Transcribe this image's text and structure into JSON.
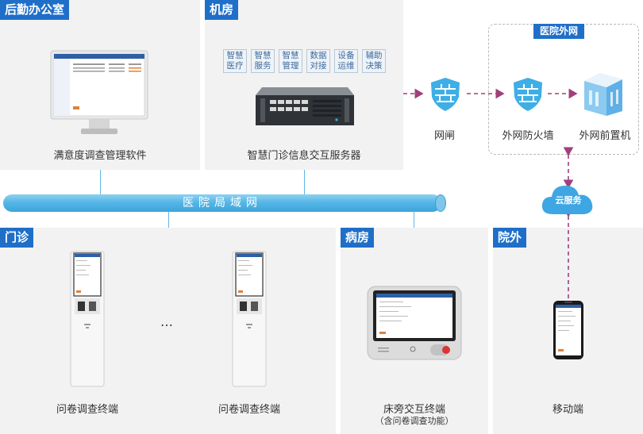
{
  "panels": {
    "back_office": {
      "tag": "后勤办公室",
      "caption": "满意度调查管理软件"
    },
    "server_room": {
      "tag": "机房",
      "modules": [
        "智慧医疗",
        "智慧服务",
        "智慧管理",
        "数据对接",
        "设备运维",
        "辅助决策"
      ],
      "caption": "智慧门诊信息交互服务器"
    },
    "outpatient": {
      "tag": "门诊",
      "terminal_left": "问卷调查终端",
      "terminal_right": "问卷调查终端",
      "ellipsis": "…"
    },
    "ward": {
      "tag": "病房",
      "caption": "床旁交互终端",
      "subcaption": "（含问卷调查功能）"
    },
    "offsite": {
      "tag": "院外",
      "caption": "移动端"
    }
  },
  "lan": {
    "label": "医院局域网"
  },
  "external": {
    "tag": "医院外网",
    "firewall": "外网防火墙",
    "front_server": "外网前置机"
  },
  "gateway": {
    "label": "网闸"
  },
  "cloud": {
    "label": "云服务"
  },
  "colors": {
    "accent": "#1f6fc9",
    "lan": "#52b5e6",
    "dashed_link": "#a0407a"
  }
}
